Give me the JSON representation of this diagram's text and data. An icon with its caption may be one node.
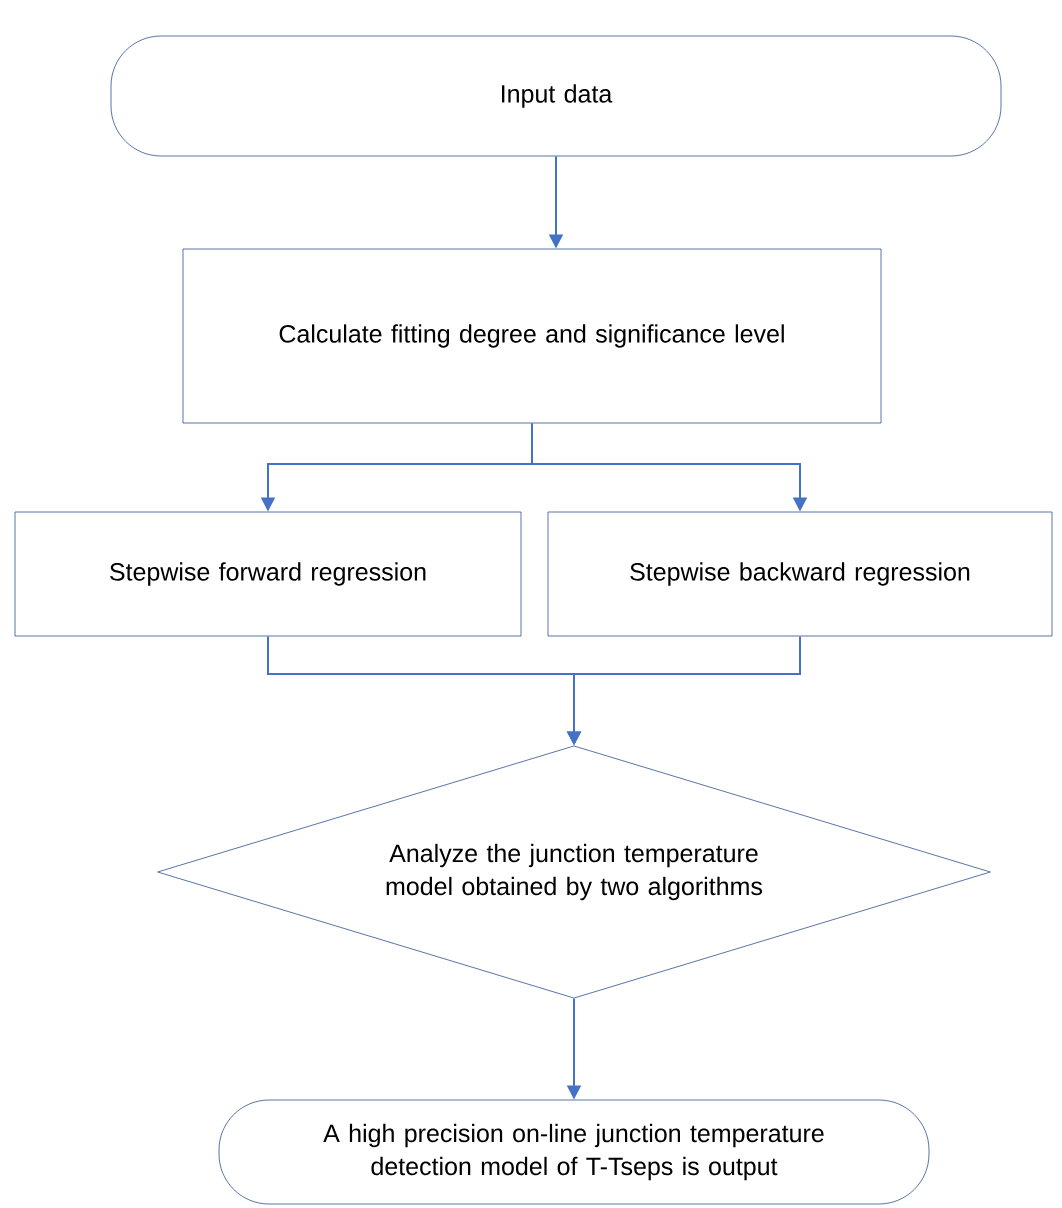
{
  "diagram": {
    "nodes": [
      {
        "text": [
          "Input data"
        ]
      },
      {
        "text": [
          "Calculate fitting degree and significance level"
        ]
      },
      {
        "text": [
          "Stepwise forward regression"
        ]
      },
      {
        "text": [
          "Stepwise backward regression"
        ]
      },
      {
        "text": [
          "Analyze the junction temperature model obtained by two algorithms"
        ]
      },
      {
        "text": [
          "A high precision on-line junction temperature detection model of T-Tseps is output"
        ]
      }
    ],
    "edges": [
      {
        "from": 0,
        "to": 1,
        "arrow": "to"
      },
      {
        "from": 1,
        "to": 2,
        "arrow": "to"
      },
      {
        "from": 1,
        "to": 3,
        "arrow": "to"
      },
      {
        "from": 2,
        "to": 4,
        "arrow": "to"
      },
      {
        "from": 3,
        "to": 4,
        "arrow": "to"
      },
      {
        "from": 4,
        "to": 5,
        "arrow": "to"
      }
    ]
  }
}
